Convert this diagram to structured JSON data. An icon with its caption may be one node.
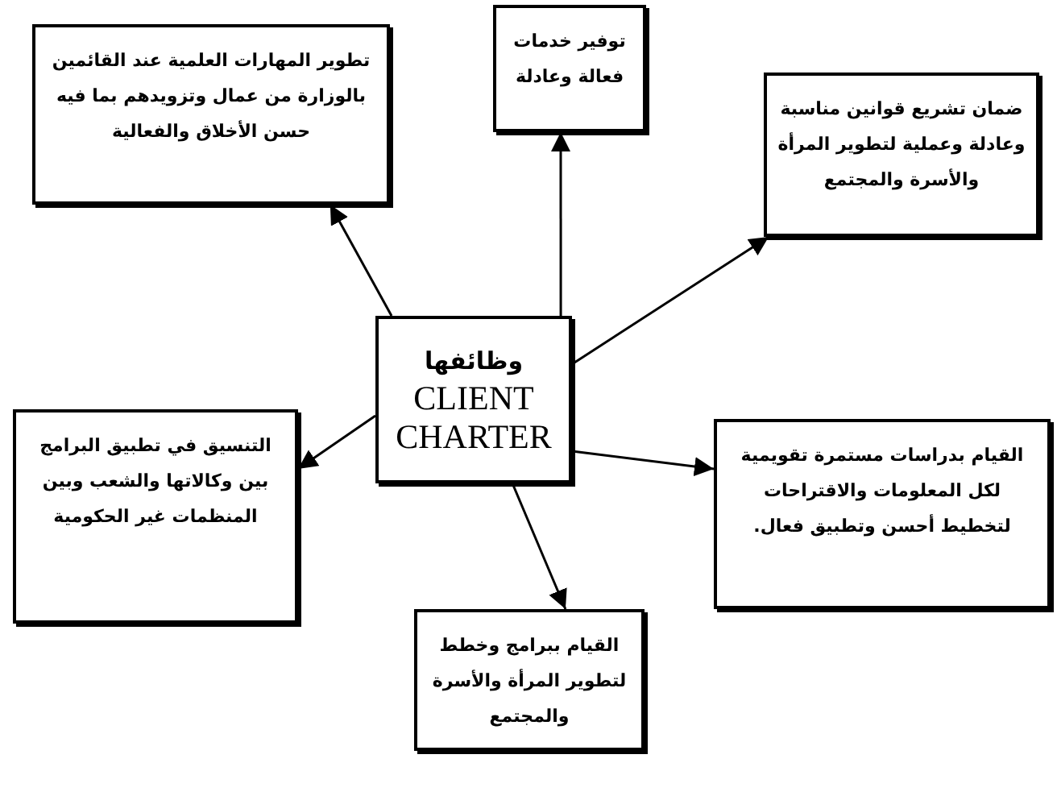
{
  "diagram": {
    "nodes": [
      {
        "text": [
          "وظائفها",
          "CLIENT CHARTER"
        ]
      },
      {
        "text": [
          "تطوير المهارات العلمية عند القائمين بالوزارة من عمال وتزويدهم بما فيه حسن الأخلاق والفعالية"
        ]
      },
      {
        "text": [
          "توفير خدمات فعالة وعادلة"
        ]
      },
      {
        "text": [
          "ضمان تشريع قوانين مناسبة وعادلة وعملية لتطوير المرأة والأسرة والمجتمع"
        ]
      },
      {
        "text": [
          "التنسيق في تطبيق البرامج بين وكالاتها والشعب وبين المنظمات غير الحكومية"
        ]
      },
      {
        "text": [
          "القيام بدراسات مستمرة تقويمية لكل المعلومات والاقتراحات لتخطيط أحسن وتطبيق فعال."
        ]
      },
      {
        "text": [
          "القيام ببرامج وخطط لتطوير المرأة والأسرة والمجتمع"
        ]
      }
    ],
    "edges": [
      {
        "from": 0,
        "to": 1,
        "arrow": "to"
      },
      {
        "from": 0,
        "to": 2,
        "arrow": "to"
      },
      {
        "from": 0,
        "to": 3,
        "arrow": "to"
      },
      {
        "from": 0,
        "to": 4,
        "arrow": "to"
      },
      {
        "from": 0,
        "to": 5,
        "arrow": "to"
      },
      {
        "from": 0,
        "to": 6,
        "arrow": "to"
      }
    ]
  }
}
